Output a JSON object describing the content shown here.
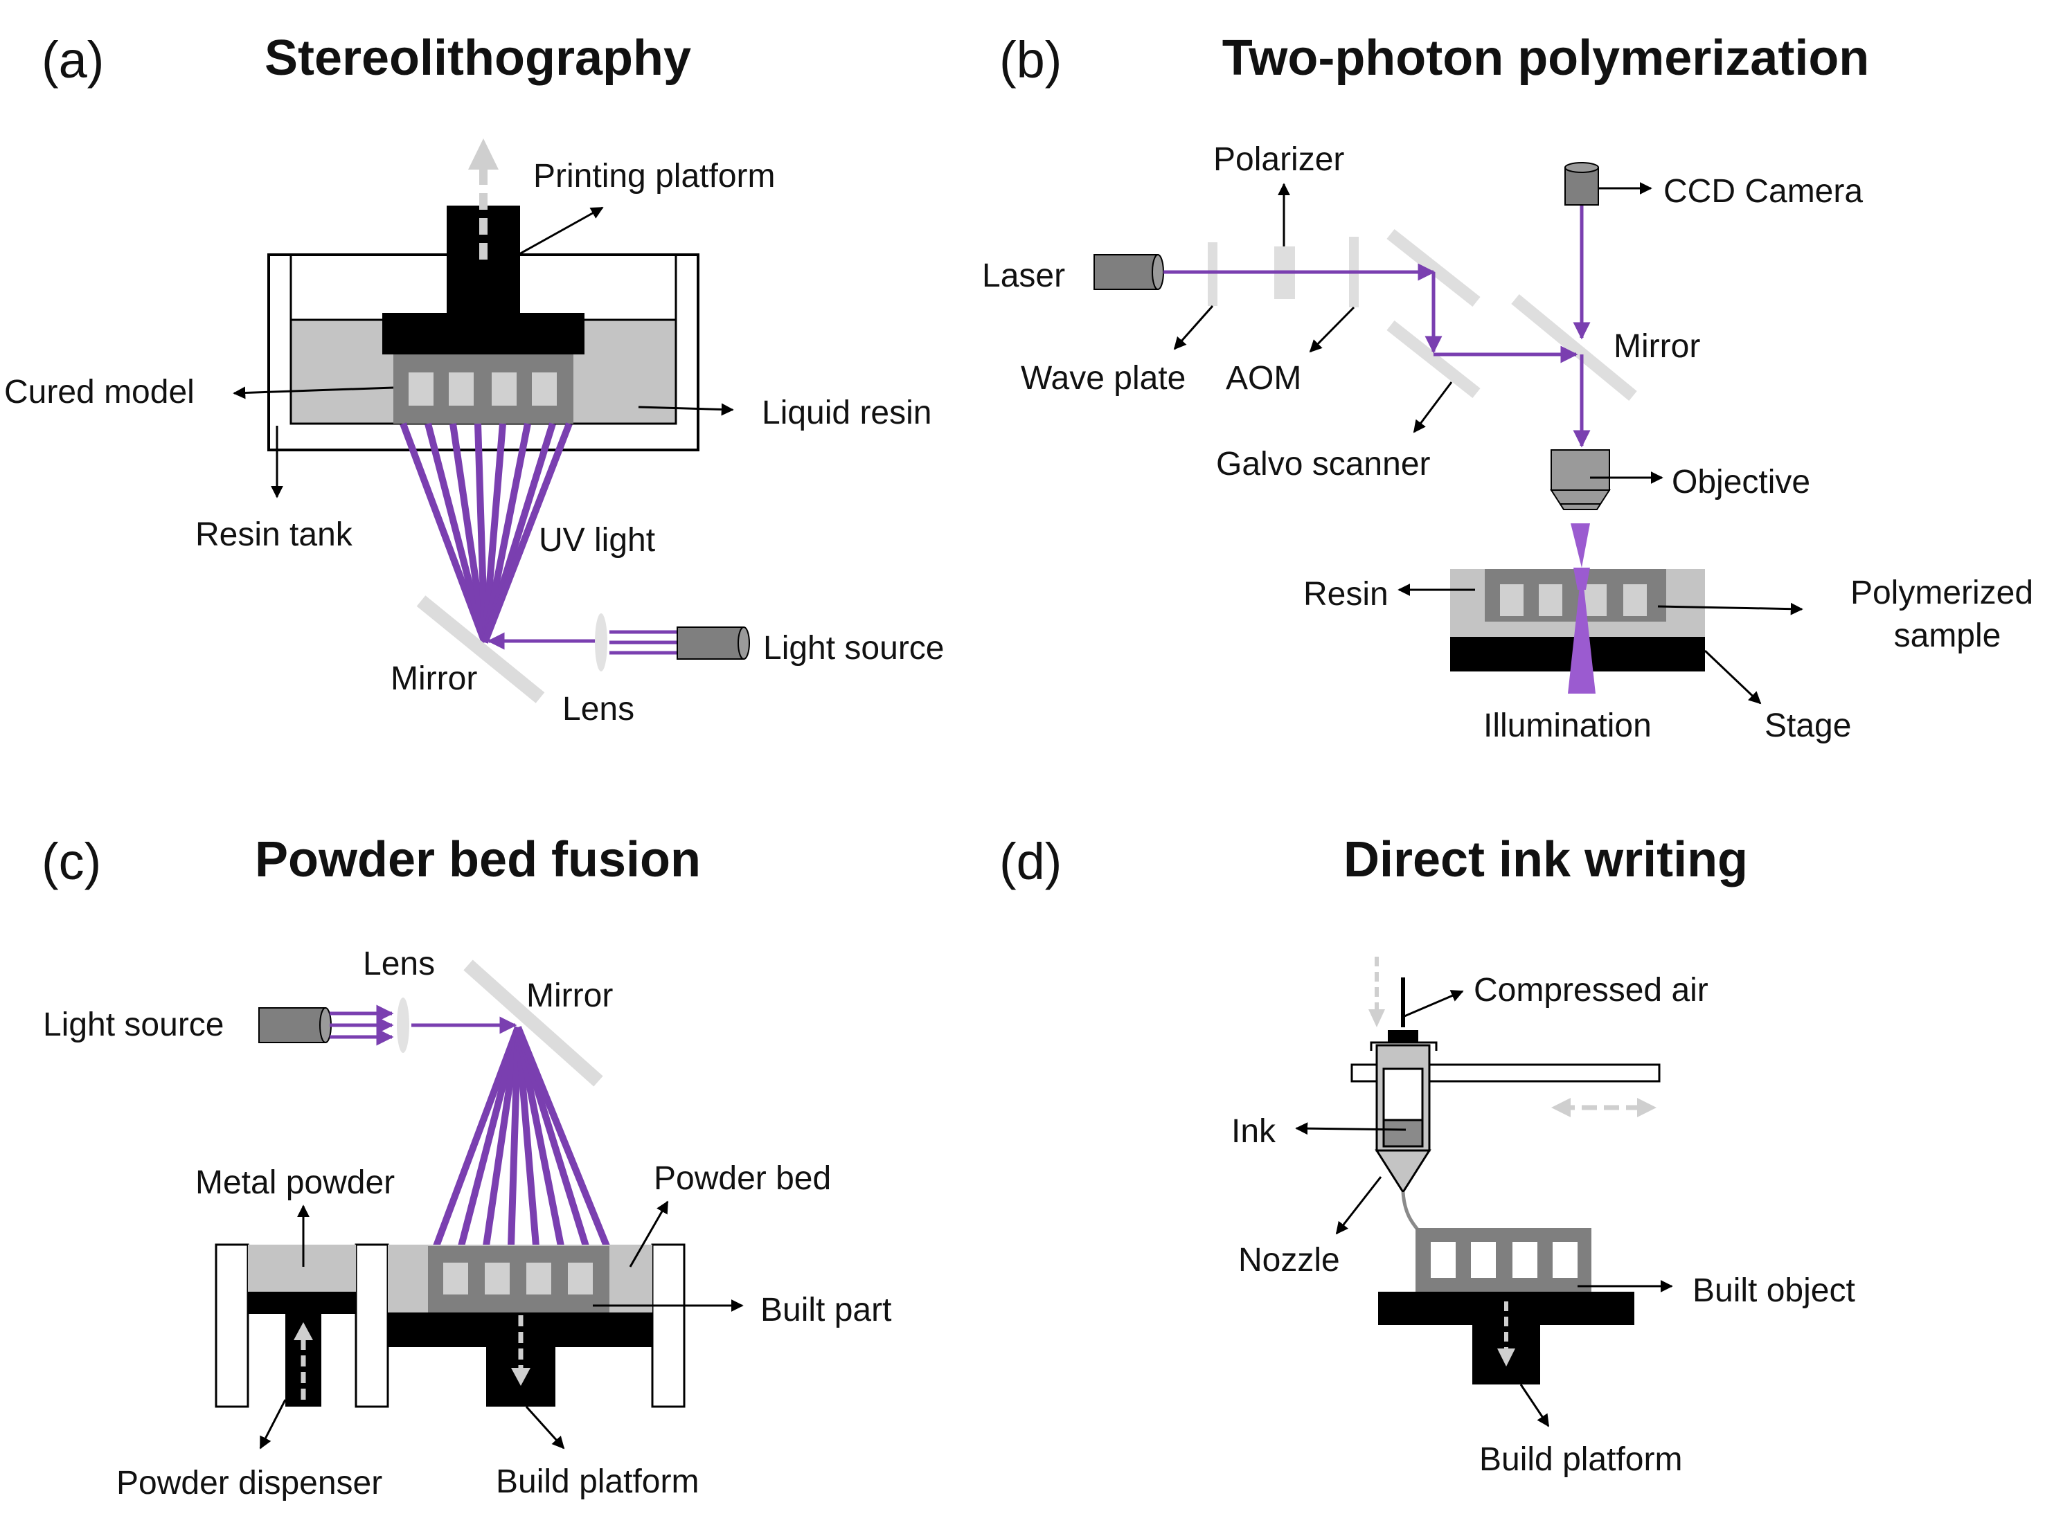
{
  "colors": {
    "uv_purple": "#7a3fb0",
    "resin_gray": "#c4c4c4",
    "part_gray": "#7f7f7f",
    "pale_gray": "#d2d2d2",
    "black": "#000000"
  },
  "panels": {
    "a": {
      "letter": "(a)",
      "title": "Stereolithography",
      "labels": {
        "printing_platform": "Printing platform",
        "cured_model": "Cured model",
        "liquid_resin": "Liquid resin",
        "resin_tank": "Resin tank",
        "uv_light": "UV light",
        "light_source": "Light source",
        "mirror": "Mirror",
        "lens": "Lens"
      }
    },
    "b": {
      "letter": "(b)",
      "title": "Two-photon polymerization",
      "labels": {
        "polarizer": "Polarizer",
        "ccd_camera": "CCD Camera",
        "laser": "Laser",
        "mirror": "Mirror",
        "wave_plate": "Wave plate",
        "aom": "AOM",
        "galvo_scanner": "Galvo scanner",
        "objective": "Objective",
        "resin": "Resin",
        "polymerized_line1": "Polymerized",
        "polymerized_line2": "sample",
        "illumination": "Illumination",
        "stage": "Stage"
      }
    },
    "c": {
      "letter": "(c)",
      "title": "Powder bed fusion",
      "labels": {
        "lens": "Lens",
        "mirror": "Mirror",
        "light_source": "Light source",
        "metal_powder": "Metal powder",
        "powder_bed": "Powder bed",
        "built_part": "Built part",
        "powder_dispenser": "Powder dispenser",
        "build_platform": "Build platform"
      }
    },
    "d": {
      "letter": "(d)",
      "title": "Direct ink writing",
      "labels": {
        "compressed_air": "Compressed air",
        "ink": "Ink",
        "nozzle": "Nozzle",
        "built_object": "Built object",
        "build_platform": "Build platform"
      }
    }
  }
}
